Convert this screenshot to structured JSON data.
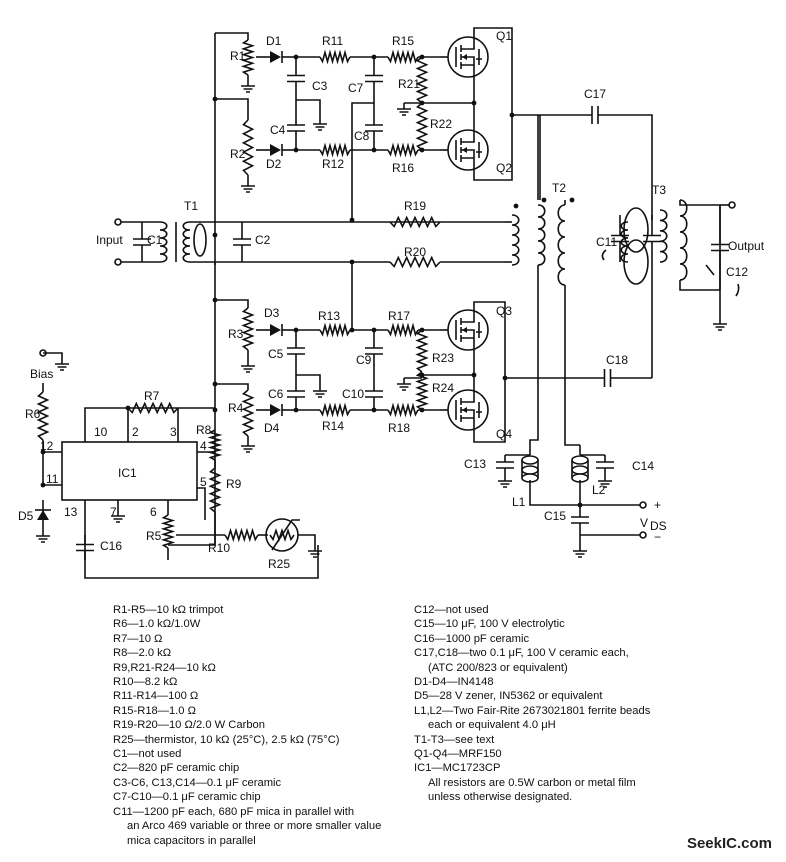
{
  "schematic": {
    "components": [
      "R1",
      "R2",
      "R3",
      "R4",
      "R5",
      "R6",
      "R7",
      "R8",
      "R9",
      "R10",
      "R11",
      "R12",
      "R13",
      "R14",
      "R15",
      "R16",
      "R17",
      "R18",
      "R19",
      "R20",
      "R21",
      "R22",
      "R23",
      "R24",
      "R25",
      "C1",
      "C2",
      "C3",
      "C4",
      "C5",
      "C6",
      "C7",
      "C8",
      "C9",
      "C10",
      "C11",
      "C12",
      "C13",
      "C14",
      "C15",
      "C16",
      "C17",
      "C18",
      "D1",
      "D2",
      "D3",
      "D4",
      "D5",
      "Q1",
      "Q2",
      "Q3",
      "Q4",
      "T1",
      "T2",
      "T3",
      "L1",
      "L2",
      "IC1"
    ],
    "labels": {
      "input": "Input",
      "output": "Output",
      "bias": "Bias",
      "vds": "V",
      "vds_sub": "DS",
      "plus": "+",
      "minus": "−",
      "ic1": "IC1",
      "ic_pins": [
        "10",
        "2",
        "3",
        "4",
        "12",
        "11",
        "5",
        "13",
        "7",
        "6"
      ]
    }
  },
  "bom_left": [
    "R1-R5—10 kΩ trimpot",
    "R6—1.0 kΩ/1.0W",
    "R7—10 Ω",
    "R8—2.0 kΩ",
    "R9,R21-R24—10 kΩ",
    "R10—8.2 kΩ",
    "R11-R14—100 Ω",
    "R15-R18—1.0 Ω",
    "R19-R20—10 Ω/2.0 W Carbon",
    "R25—thermistor, 10 kΩ (25°C), 2.5 kΩ (75°C)",
    "C1—not used",
    "C2—820 pF ceramic chip",
    "C3-C6, C13,C14—0.1 μF ceramic",
    "C7-C10—0.1 μF ceramic chip",
    "C11—1200 pF each, 680 pF mica in parallel with",
    "an Arco 469 variable or three or more smaller value",
    "mica capacitors in parallel"
  ],
  "bom_right": [
    "C12—not used",
    "C15—10 μF, 100 V electrolytic",
    "C16—1000 pF ceramic",
    "C17,C18—two 0.1 μF, 100 V ceramic each,",
    "(ATC 200/823 or equivalent)",
    "D1-D4—IN4148",
    "D5—28 V zener, IN5362 or equivalent",
    "L1,L2—Two Fair-Rite 2673021801 ferrite beads",
    "each or equivalent 4.0 μH",
    "T1-T3—see text",
    "Q1-Q4—MRF150",
    "IC1—MC1723CP",
    "All resistors are 0.5W carbon or metal film",
    "unless otherwise designated."
  ],
  "watermark": "SeekIC.com"
}
